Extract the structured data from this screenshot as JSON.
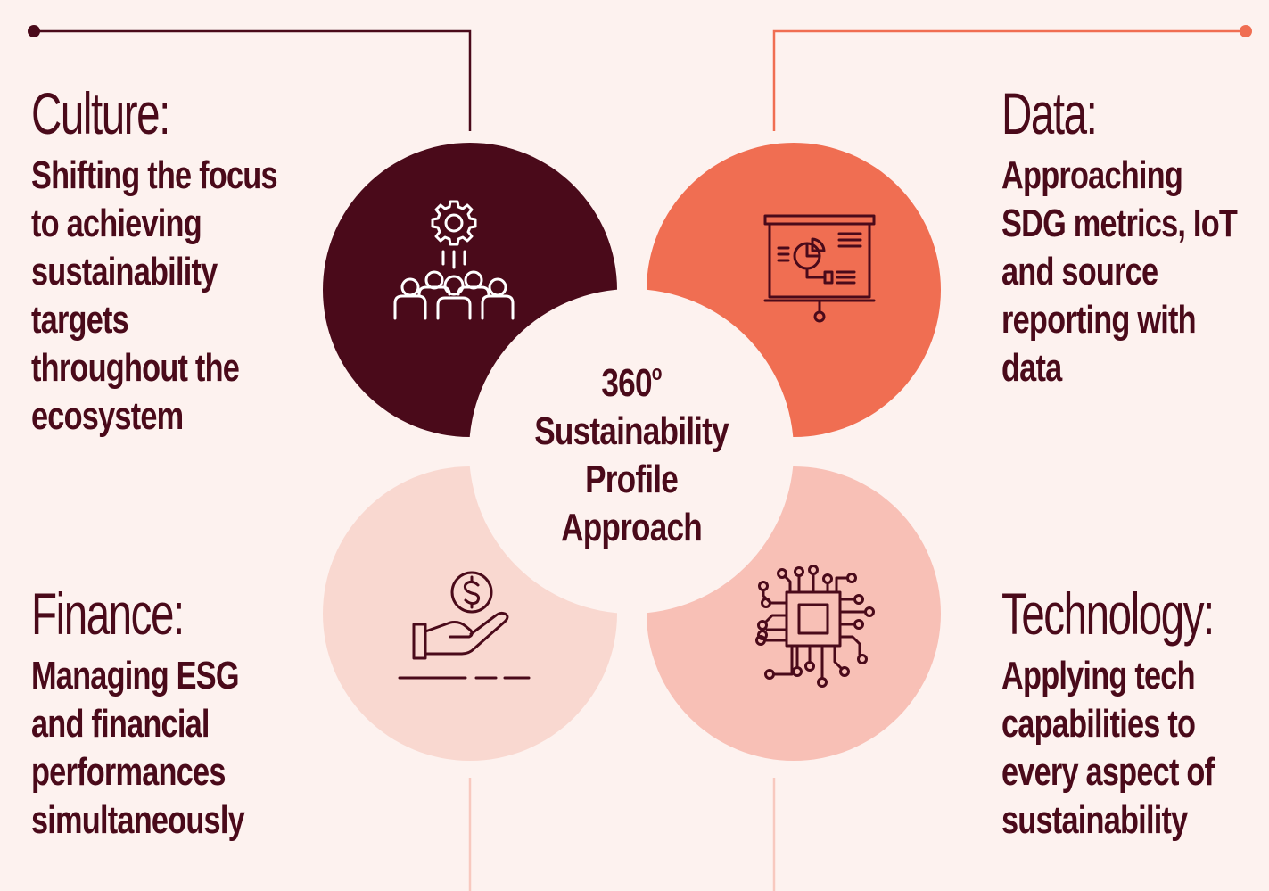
{
  "center": {
    "number": "360",
    "superscript": "o",
    "line2": "Sustainability",
    "line3": "Profile",
    "line4": "Approach"
  },
  "pillars": [
    {
      "heading": "Culture:",
      "lines": [
        "Shifting the focus",
        "to achieving",
        "sustainability",
        "targets",
        "throughout the",
        "ecosystem"
      ],
      "icon": "team-gear-icon",
      "color": "#4a0a1a"
    },
    {
      "heading": "Data:",
      "lines": [
        "Approaching",
        "SDG metrics, IoT",
        "and source",
        "reporting with",
        "data"
      ],
      "icon": "presentation-chart-icon",
      "color": "#f06e52"
    },
    {
      "heading": "Finance:",
      "lines": [
        "Managing ESG",
        "and financial",
        "performances",
        "simultaneously"
      ],
      "icon": "hand-dollar-icon",
      "color": "#f9d8d0"
    },
    {
      "heading": "Technology:",
      "lines": [
        "Applying tech",
        "capabilities to",
        "every aspect of",
        "sustainability"
      ],
      "icon": "circuit-chip-icon",
      "color": "#f8c0b6"
    }
  ],
  "colors": {
    "background": "#fdf2ef",
    "text": "#4a0a1a",
    "center_fill": "#fdf2ef",
    "connector_left": "#4a0a1a",
    "connector_right": "#f06e52"
  }
}
